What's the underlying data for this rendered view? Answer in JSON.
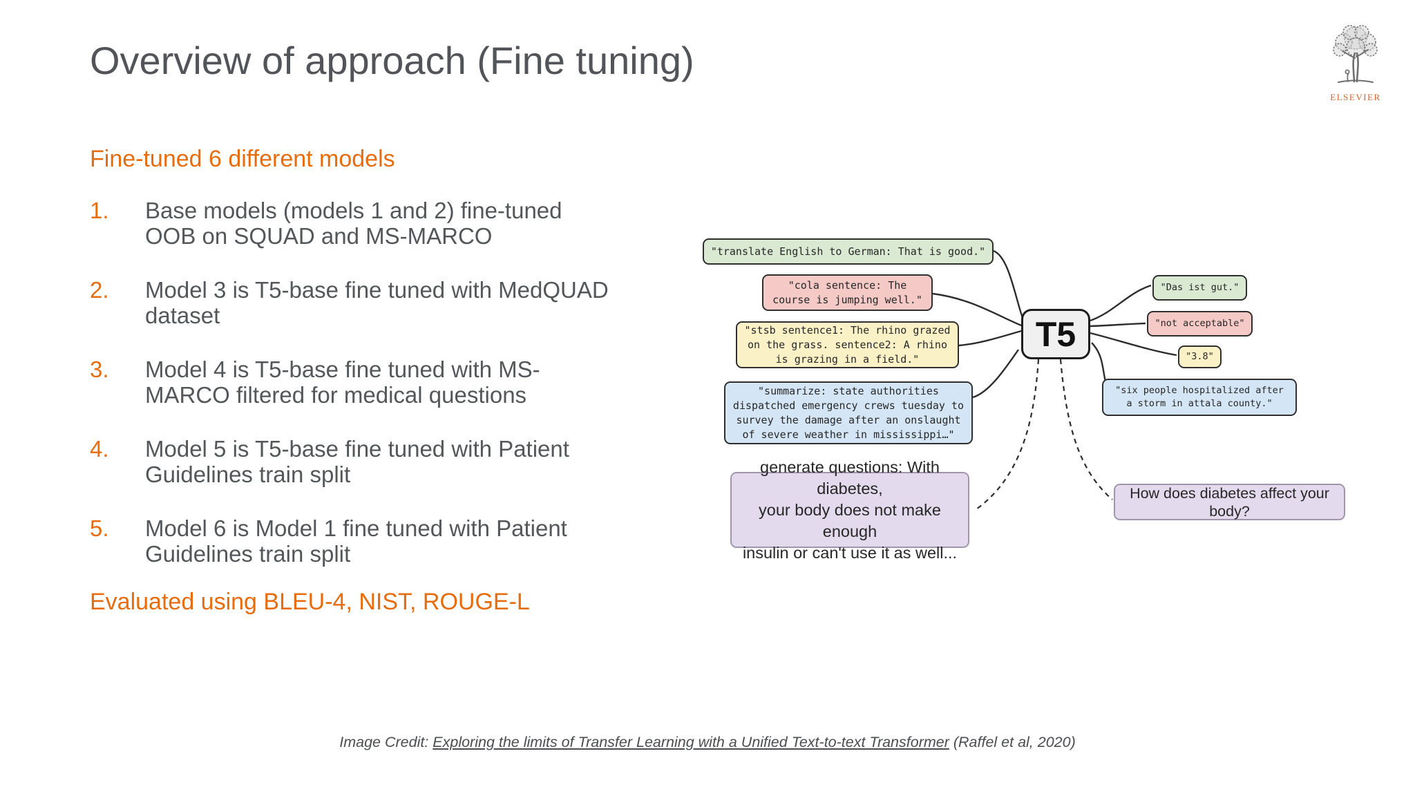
{
  "slide": {
    "title": "Overview of approach (Fine tuning)",
    "subtitle": "Fine-tuned 6 different models",
    "items": [
      {
        "num": "1.",
        "lines": [
          "Base models (models 1 and 2) fine-tuned",
          "OOB on SQUAD and MS-MARCO"
        ]
      },
      {
        "num": "2.",
        "lines": [
          "Model 3 is T5-base fine tuned with MedQUAD",
          "dataset"
        ]
      },
      {
        "num": "3.",
        "lines": [
          "Model 4 is T5-base fine tuned with MS-",
          "MARCO filtered for medical questions"
        ]
      },
      {
        "num": "4.",
        "lines": [
          "Model 5 is T5-base fine tuned with Patient",
          "Guidelines train split"
        ]
      },
      {
        "num": "5.",
        "lines": [
          "Model 6 is Model 1 fine tuned with Patient",
          "Guidelines train split"
        ]
      }
    ],
    "evaluation": "Evaluated using BLEU-4, NIST, ROUGE-L",
    "credit": {
      "prefix": "Image Credit: ",
      "link_text": "Exploring the limits of Transfer Learning with a Unified Text-to-text Transformer",
      "suffix": " (Raffel et al, 2020)"
    }
  },
  "logo": {
    "brand": "ELSEVIER"
  },
  "diagram": {
    "center_label": "T5",
    "inputs": [
      {
        "id": "translate",
        "text": [
          "\"translate English to German: That is good.\""
        ]
      },
      {
        "id": "cola",
        "text": [
          "\"cola sentence: The",
          "course is jumping well.\""
        ]
      },
      {
        "id": "stsb",
        "text": [
          "\"stsb sentence1: The rhino grazed",
          "on the grass. sentence2: A rhino",
          "is grazing in a field.\""
        ]
      },
      {
        "id": "summarize",
        "text": [
          "\"summarize: state authorities",
          "dispatched emergency crews tuesday to",
          "survey the damage after an onslaught",
          "of severe weather in mississippi…\""
        ]
      }
    ],
    "outputs": [
      {
        "id": "german",
        "text": [
          "\"Das ist gut.\""
        ]
      },
      {
        "id": "acceptability",
        "text": [
          "\"not acceptable\""
        ]
      },
      {
        "id": "score",
        "text": [
          "\"3.8\""
        ]
      },
      {
        "id": "summary",
        "text": [
          "\"six people hospitalized after",
          "a storm in attala county.\""
        ]
      }
    ],
    "finetune_input": {
      "text": [
        "generate questions: With diabetes,",
        "your body does not make enough",
        "insulin or can't use it as well..."
      ]
    },
    "finetune_output": {
      "text": [
        "How does diabetes affect your",
        "body?"
      ]
    }
  },
  "colors": {
    "accent_orange": "#E76C0E",
    "body_gray": "#54575A",
    "pastel_green": "#D9E9D2",
    "pastel_pink": "#F4C9C6",
    "pastel_yellow": "#FBF1C7",
    "pastel_blue": "#D4E5F5",
    "pastel_purple": "#E4DAED",
    "logo_orange": "#D4632E"
  }
}
